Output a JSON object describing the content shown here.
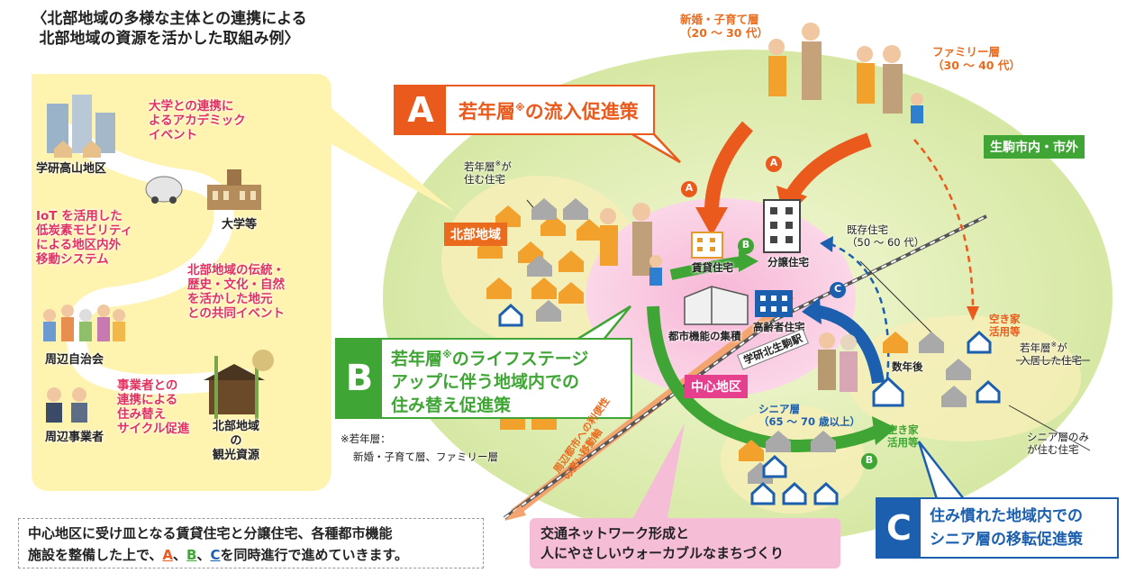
{
  "header": {
    "line1": "〈北部地域の多様な主体との連携による",
    "line2": "北部地域の資源を活かした取組み例〉"
  },
  "left_panel": {
    "tags": {
      "gakken": "学研高山地区",
      "daigaku": "大学等",
      "jichikai": "周辺自治会",
      "jigyosha": "周辺事業者",
      "kanko_1": "北部地域の",
      "kanko_2": "観光資源"
    },
    "red_texts": {
      "academic_1": "大学との連携に",
      "academic_2": "よるアカデミック",
      "academic_3": "イベント",
      "iot_1": "IoT を活用した",
      "iot_2": "低炭素モビリティ",
      "iot_3": "による地区内外",
      "iot_4": "移動システム",
      "trad_1": "北部地域の伝統・",
      "trad_2": "歴史・文化・自然",
      "trad_3": "を活かした地元",
      "trad_4": "との共同イベント",
      "biz_1": "事業者との",
      "biz_2": "連携による",
      "biz_3": "住み替え",
      "biz_4": "サイクル促進"
    }
  },
  "note_box": {
    "line1": "中心地区に受け皿となる賃貸住宅と分譲住宅、各種都市機能",
    "line2_pre": "施設を整備した上で、",
    "letter_a": "A",
    "sep1": "、",
    "letter_b": "B",
    "sep2": "、",
    "letter_c": "C",
    "line2_post": "を同時進行で進めていきます。"
  },
  "strategies": {
    "a": {
      "letter": "A",
      "pre": "若年層",
      "mark": "※",
      "post": "の流入促進策"
    },
    "b": {
      "letter": "B",
      "line1_pre": "若年層",
      "mark": "※",
      "line1_post": "のライフステージ",
      "line2": "アップに伴う地域内での",
      "line3": "住み替え促進策"
    },
    "c": {
      "letter": "C",
      "line1": "住み慣れた地域内での",
      "line2": "シニア層の移転促進策"
    }
  },
  "map": {
    "newlywed_1": "新婚・子育て層",
    "newlywed_2": "（20 ～ 30 代）",
    "family_1": "ファミリー層",
    "family_2": "（30 ～ 40 代）",
    "ikoma": "生駒市内・市外",
    "hokubu": "北部地域",
    "youth_home_1": "若年層",
    "youth_home_mark": "※",
    "youth_home_2": "が",
    "youth_home_3": "住む住宅",
    "rental": "賃貸住宅",
    "condo": "分譲住宅",
    "existing_1": "既存住宅",
    "existing_2": "（50 ～ 60 代）",
    "elderly_housing": "高齢者住宅",
    "urban_func": "都市機能の集積",
    "station": "学研北生駒駅",
    "center": "中心地区",
    "senior_1": "シニア層",
    "senior_2": "（65 ～ 70 歳以上）",
    "years_later": "数年後",
    "vacant_a_1": "空き家",
    "vacant_a_2": "活用等",
    "vacant_b_1": "空き家",
    "vacant_b_2": "活用等",
    "youth_moved_1": "若年層",
    "youth_moved_mark": "※",
    "youth_moved_2": "が",
    "youth_moved_3": "入居した住宅",
    "senior_only_1": "シニア層のみ",
    "senior_only_2": "が住む住宅",
    "axis_1": "周辺都市への利便性",
    "axis_2": "の高い移動軸",
    "footnote_1": "※若年層：",
    "footnote_2": "新婚・子育て層、ファミリー層",
    "network_1": "交通ネットワーク形成と",
    "network_2": "人にやさしいウォーカブルなまちづくり",
    "circle_a": "A",
    "circle_b": "B",
    "circle_c": "C"
  },
  "colors": {
    "orange": "#ea5a1d",
    "green": "#3fa535",
    "blue": "#1b5fae",
    "pink": "#e63f8e",
    "light_green": "#dbebae",
    "panel_yellow": "#fff3b0"
  }
}
